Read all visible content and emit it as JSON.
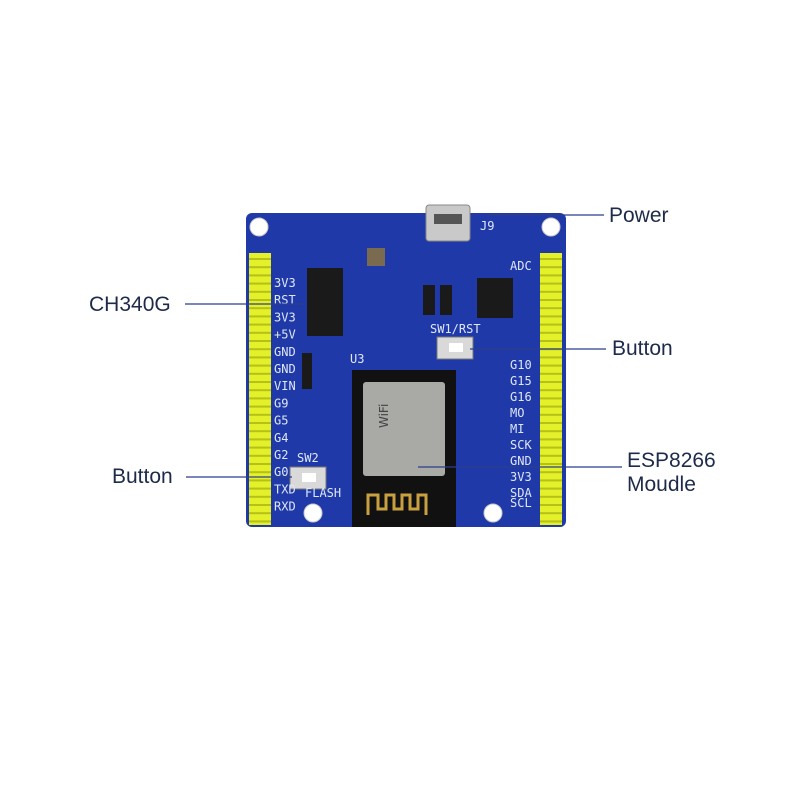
{
  "callouts": {
    "power": "Power",
    "ch340g": "CH340G",
    "button_right": "Button",
    "button_left": "Button",
    "esp_line1": "ESP8266",
    "esp_line2": "Moudle"
  },
  "board": {
    "left_pins": [
      "3V3",
      "RST",
      "3V3",
      "+5V",
      "GND",
      "GND",
      "VIN",
      "G9",
      "G5",
      "G4",
      "G2",
      "G0",
      "TXD",
      "RXD"
    ],
    "right_pins": [
      "ADC",
      "G10",
      "G15",
      "G16",
      "MO",
      "MI",
      "SCK",
      "GND",
      "3V3",
      "SDA",
      "SCL"
    ],
    "components": {
      "usb": "J9",
      "reset": "SW1/RST",
      "flash_sw": "SW2",
      "flash": "FLASH",
      "module": "U3",
      "wifi": "WiFi"
    },
    "colors": {
      "pcb": "#1f3aa8",
      "header": "#e3f02a",
      "silkscreen": "#dfe6f5",
      "callout_line": "#2b3f8c"
    }
  }
}
